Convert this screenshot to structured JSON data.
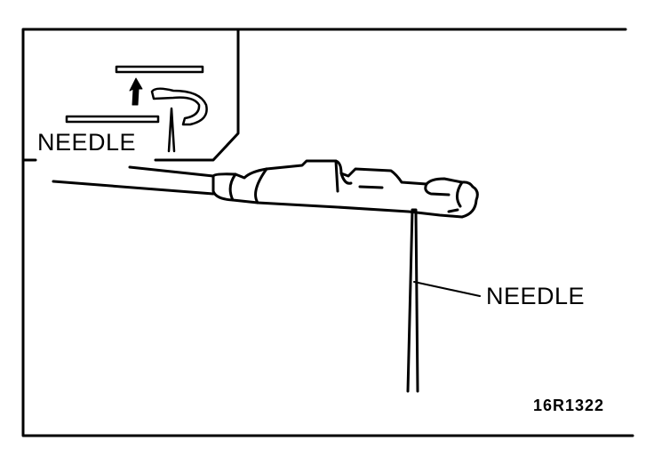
{
  "labels": {
    "inset_needle": "NEEDLE",
    "main_needle": "NEEDLE",
    "figure_code": "16R1322"
  }
}
